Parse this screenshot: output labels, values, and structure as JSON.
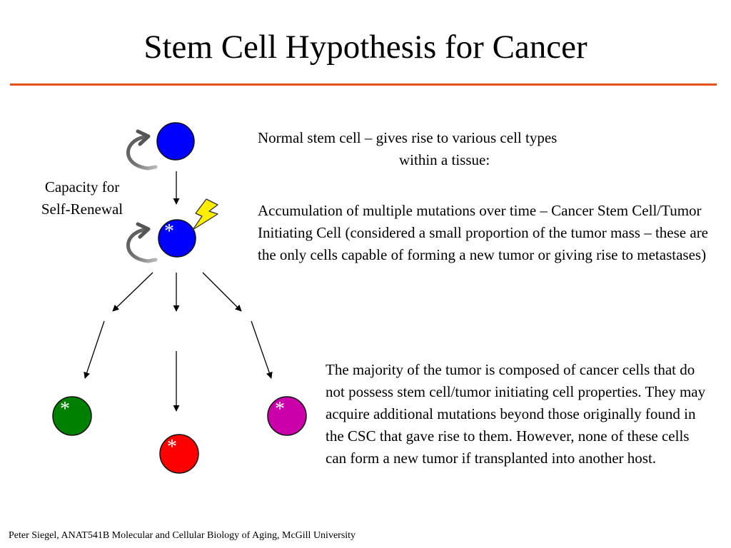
{
  "slide": {
    "title": "Stem Cell Hypothesis for Cancer",
    "rule_color": "#e8501a",
    "footer": "Peter Siegel, ANAT541B Molecular and Cellular Biology of Aging, McGill University"
  },
  "diagram": {
    "capacity_label_line1": "Capacity for",
    "capacity_label_line2": "Self-Renewal",
    "normal_stem_cell": {
      "color": "#0000ff",
      "icon": "self-renewal-arrow-icon"
    },
    "cancer_stem_cell": {
      "color": "#0000ff",
      "marker": "*",
      "icon": "lightning-bolt-icon"
    },
    "daughter_cells": [
      {
        "color": "#008000",
        "marker": "*"
      },
      {
        "color": "#ff0000",
        "marker": "*"
      },
      {
        "color": "#cc00aa",
        "marker": "*"
      }
    ]
  },
  "text": {
    "normal_line1": "Normal stem cell – gives rise to various cell types",
    "normal_line2": "within a tissue:",
    "accumulation": "Accumulation of multiple mutations over time – Cancer Stem Cell/Tumor Initiating Cell (considered a small proportion of the tumor mass – these are the only cells capable of forming a new tumor or giving rise to metastases)",
    "majority": "The majority of the tumor is composed of cancer cells that do not possess stem cell/tumor initiating cell properties. They may acquire additional mutations beyond those originally found in the CSC that gave rise to them. However, none of these cells can form a new tumor if transplanted into another host."
  }
}
